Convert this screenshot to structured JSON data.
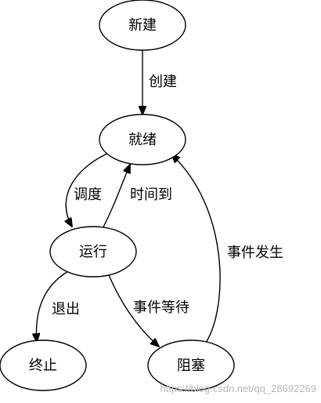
{
  "states": {
    "new": "新建",
    "ready": "就绪",
    "running": "运行",
    "terminated": "终止",
    "blocked": "阻塞"
  },
  "transitions": {
    "create": "创建",
    "dispatch": "调度",
    "timeout": "时间到",
    "event_occurs": "事件发生",
    "exit": "退出",
    "wait_event": "事件等待"
  },
  "watermark": "https://blog.csdn.net/qq_28692269"
}
